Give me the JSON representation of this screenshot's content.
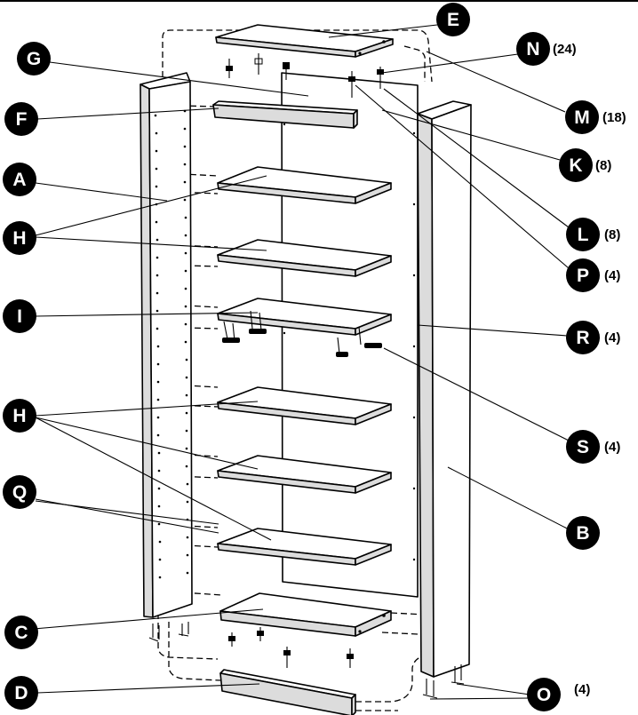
{
  "diagram": {
    "parts": [
      {
        "id": "A",
        "label": "A",
        "count": ""
      },
      {
        "id": "B",
        "label": "B",
        "count": ""
      },
      {
        "id": "C",
        "label": "C",
        "count": ""
      },
      {
        "id": "D",
        "label": "D",
        "count": ""
      },
      {
        "id": "E",
        "label": "E",
        "count": ""
      },
      {
        "id": "F",
        "label": "F",
        "count": ""
      },
      {
        "id": "G",
        "label": "G",
        "count": ""
      },
      {
        "id": "H1",
        "label": "H",
        "count": ""
      },
      {
        "id": "H2",
        "label": "H",
        "count": ""
      },
      {
        "id": "I",
        "label": "I",
        "count": ""
      },
      {
        "id": "K",
        "label": "K",
        "count": "(8)"
      },
      {
        "id": "L",
        "label": "L",
        "count": "(8)"
      },
      {
        "id": "M",
        "label": "M",
        "count": "(18)"
      },
      {
        "id": "N",
        "label": "N",
        "count": "(24)"
      },
      {
        "id": "O",
        "label": "O",
        "count": "(4)"
      },
      {
        "id": "P",
        "label": "P",
        "count": "(4)"
      },
      {
        "id": "Q",
        "label": "Q",
        "count": ""
      },
      {
        "id": "R",
        "label": "R",
        "count": "(4)"
      },
      {
        "id": "S",
        "label": "S",
        "count": "(4)"
      }
    ]
  }
}
